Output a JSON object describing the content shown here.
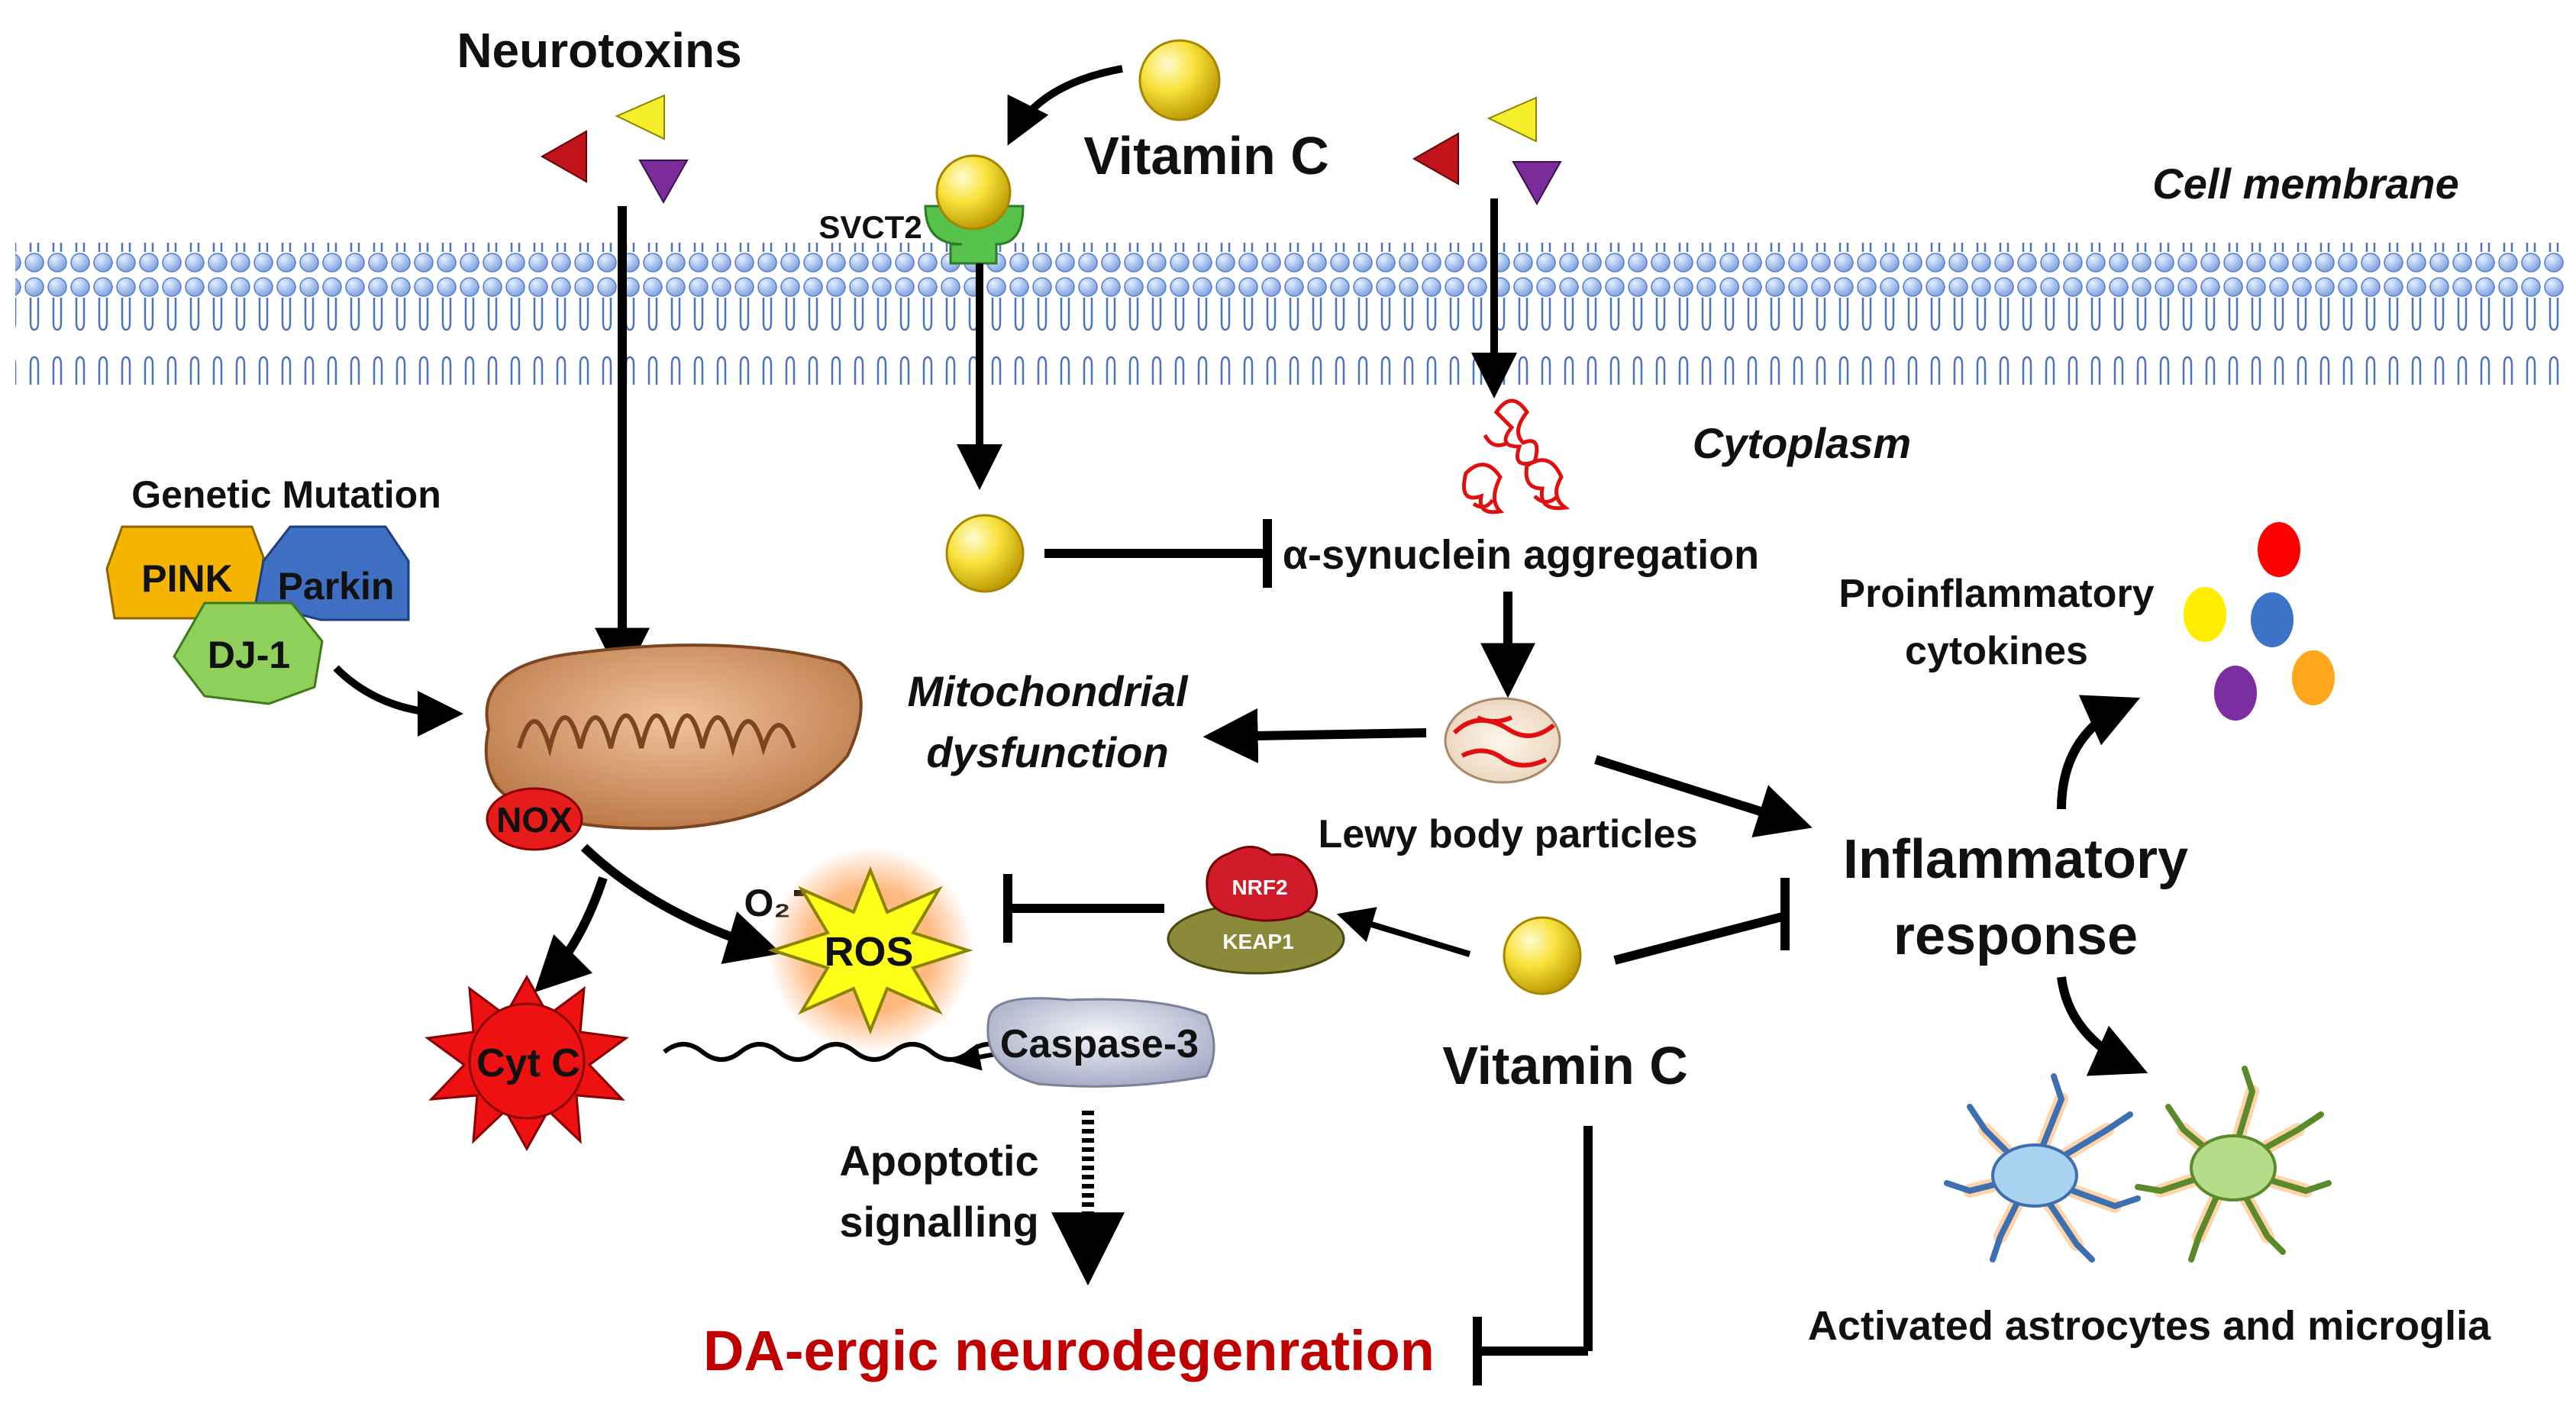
{
  "labels": {
    "neurotoxins": "Neurotoxins",
    "vitamin_c_top": "Vitamin C",
    "svct2": "SVCT2",
    "cell_membrane": "Cell membrane",
    "cytoplasm": "Cytoplasm",
    "genetic_mutation": "Genetic Mutation",
    "pink": "PINK",
    "parkin": "Parkin",
    "dj1": "DJ-1",
    "alpha_synuclein": "α-synuclein aggregation",
    "proinflammatory_1": "Proinflammatory",
    "proinflammatory_2": "cytokines",
    "mito_dys_1": "Mitochondrial",
    "mito_dys_2": "dysfunction",
    "lewy_body": "Lewy body particles",
    "nox": "NOX",
    "o2": "O₂",
    "ros": "ROS",
    "nrf2": "NRF2",
    "keap1": "KEAP1",
    "inflammatory_1": "Inflammatory",
    "inflammatory_2": "response",
    "vitamin_c_bottom": "Vitamin C",
    "cyt_c": "Cyt C",
    "caspase3": "Caspase-3",
    "apoptotic_1": "Apoptotic",
    "apoptotic_2": "signalling",
    "da_neurodegeneration": "DA-ergic neurodegenration",
    "astrocytes": "Activated astrocytes and microglia"
  },
  "colors": {
    "vitamin_c": "#f2d21b",
    "neurotoxin_red": "#c0141a",
    "neurotoxin_yellow": "#f5ee2b",
    "neurotoxin_purple": "#7b2c9a",
    "membrane": "#9cbbee",
    "pink": "#f5b400",
    "parkin": "#3f6fc2",
    "dj1": "#8fcf5b",
    "mitochondria": "#c98a5a",
    "nox": "#e81b1b",
    "ros": "#ffff1a",
    "title_red": "#c00000",
    "cytokine_colors": [
      "#ff0000",
      "#ffee00",
      "#3e74c8",
      "#7a2ea0",
      "#ffa61a"
    ]
  }
}
